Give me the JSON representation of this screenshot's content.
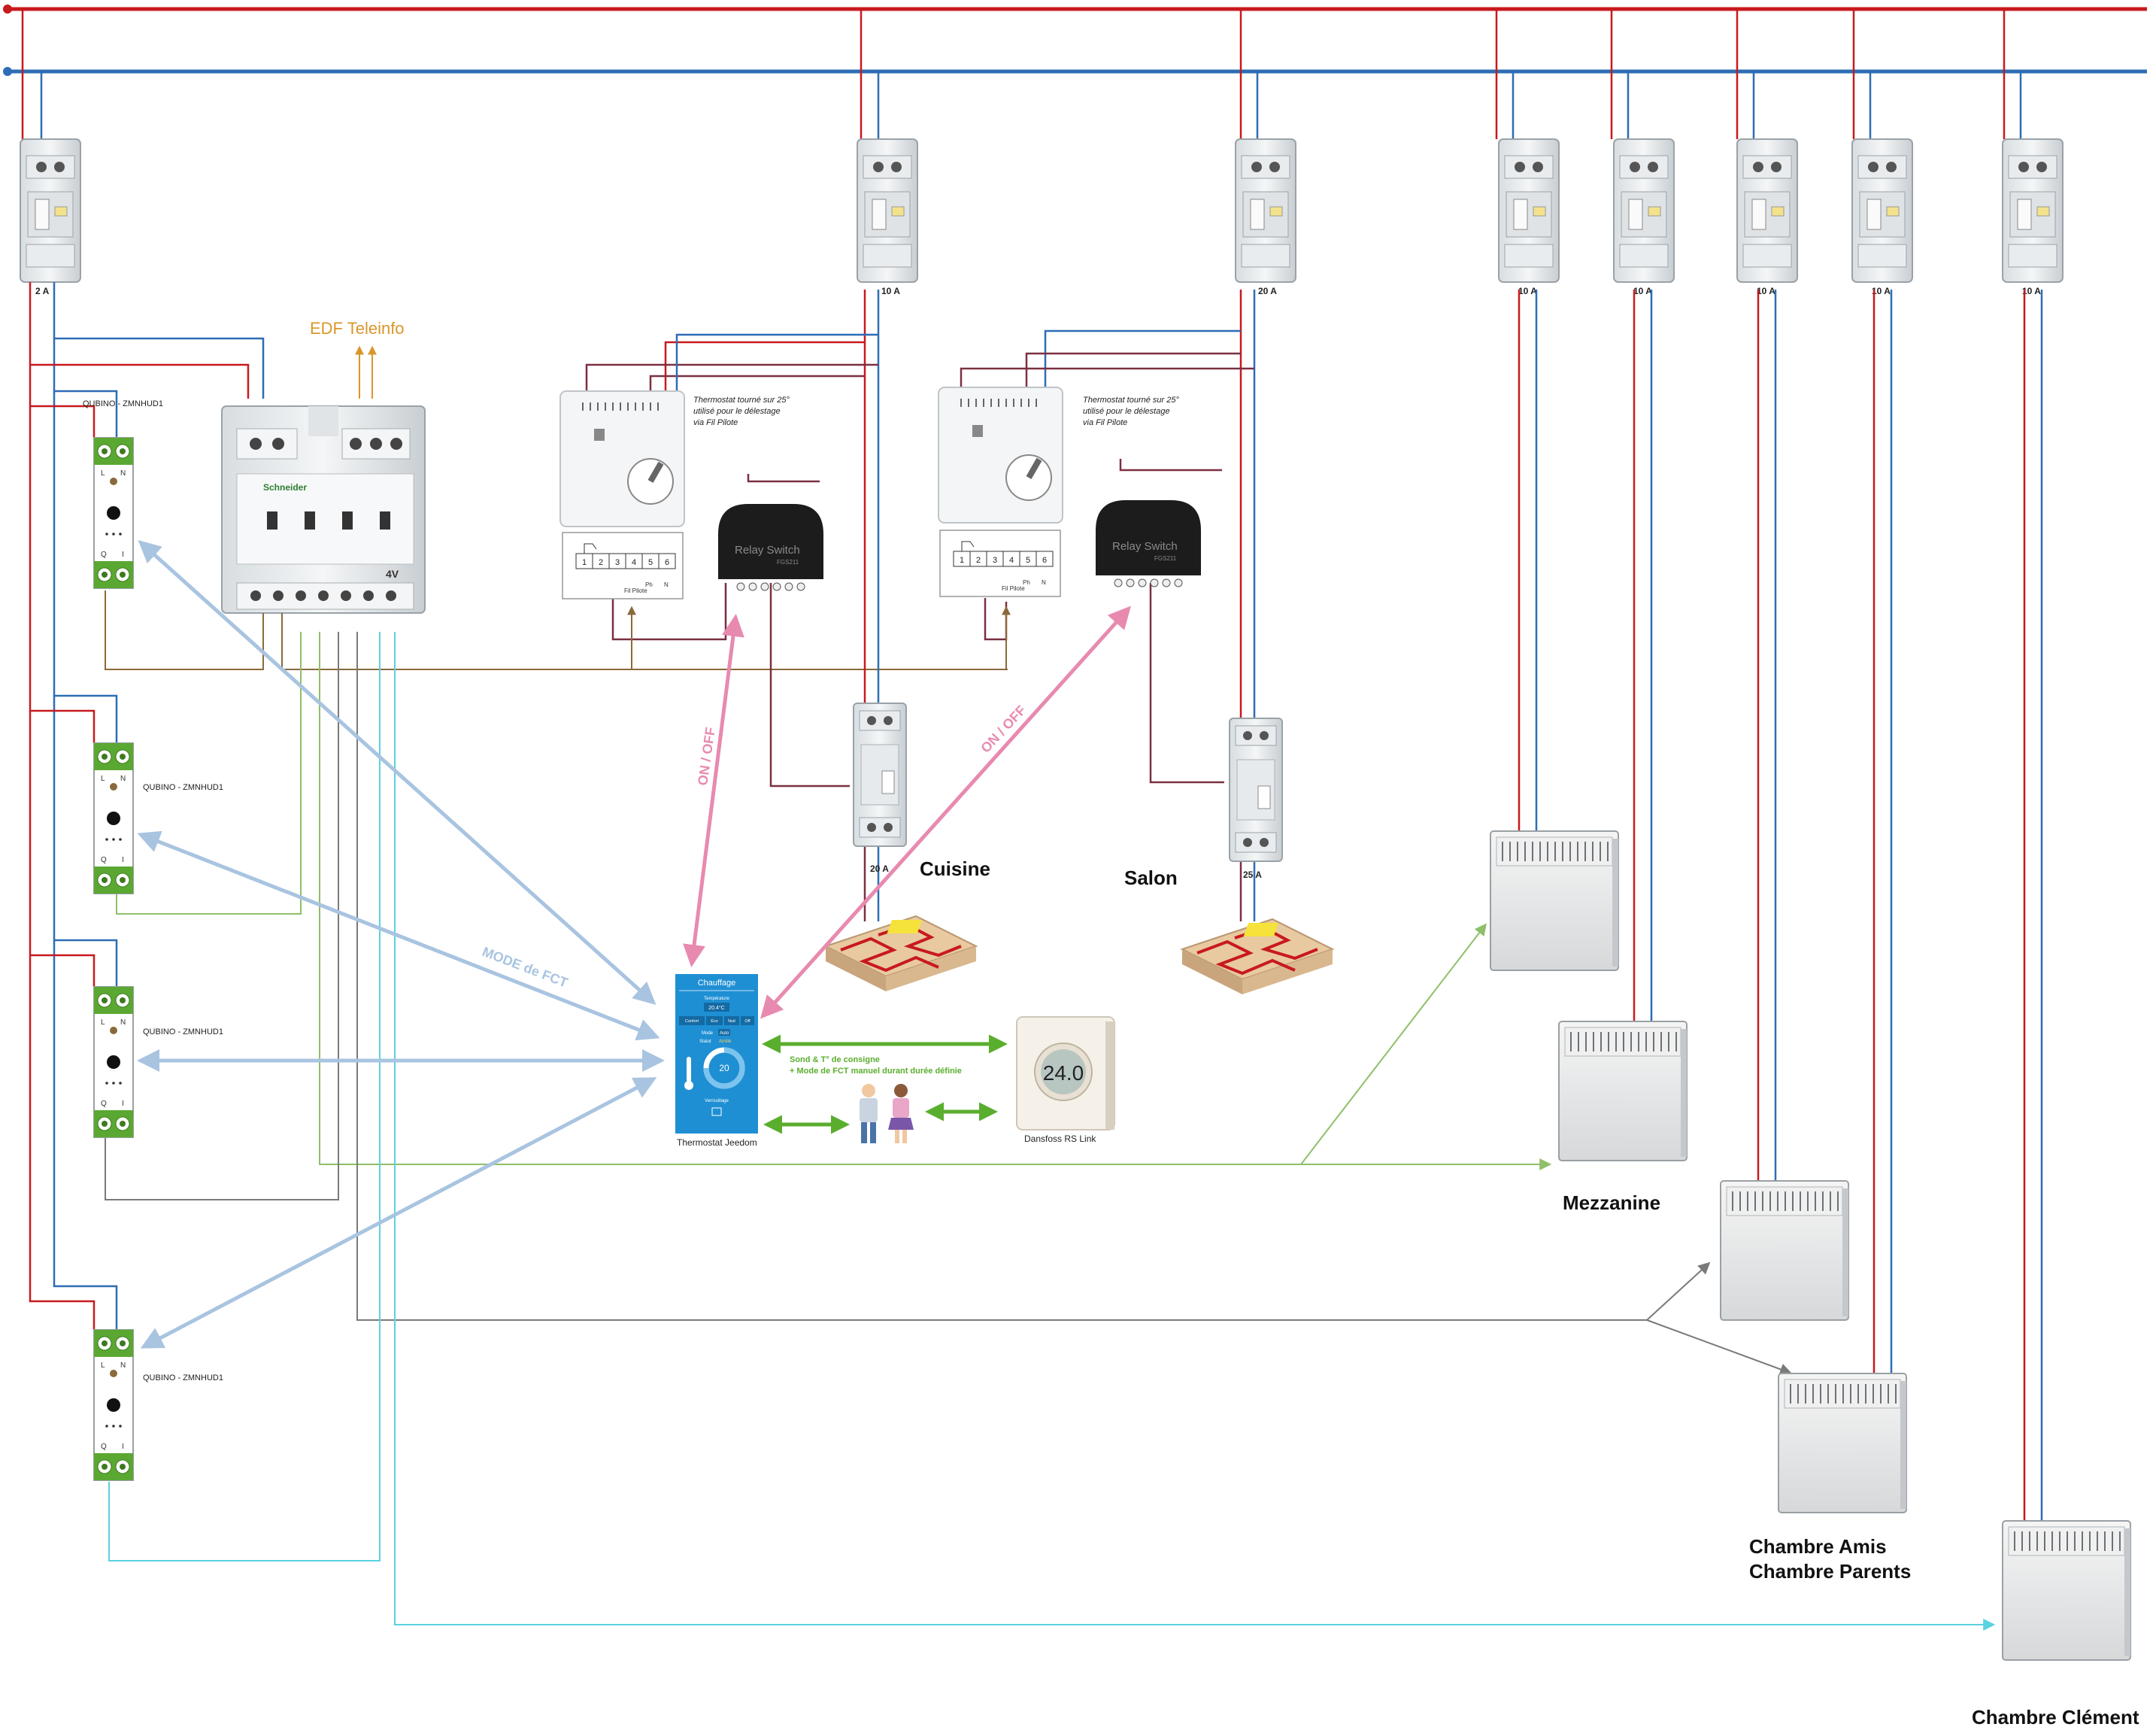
{
  "breakers": [
    {
      "rating": "2 A"
    },
    {
      "rating": "10 A"
    },
    {
      "rating": "20 A"
    },
    {
      "rating": "10 A"
    },
    {
      "rating": "10 A"
    },
    {
      "rating": "10 A"
    },
    {
      "rating": "10 A"
    },
    {
      "rating": "10 A"
    }
  ],
  "contactors": [
    {
      "rating": "20 A",
      "zone": "Cuisine"
    },
    {
      "rating": "25 A",
      "zone": "Salon"
    }
  ],
  "edf": {
    "label": "EDF Teleinfo"
  },
  "delesteur": {
    "brand": "Schneider",
    "module_label": "4V"
  },
  "qubino": {
    "label": "QUBINO - ZMNHUD1",
    "term_top": [
      "L",
      "N"
    ],
    "term_bottom": [
      "Q",
      "I"
    ]
  },
  "thermostat_note": {
    "line1": "Thermostat tourné sur 25°",
    "line2": "utilisé pour le délestage",
    "line3": "via Fil Pilote"
  },
  "thermostat_terminals": [
    "1",
    "2",
    "3",
    "4",
    "5",
    "6"
  ],
  "thermostat_sublabels": {
    "fp": "Fil Pilote",
    "ph": "Ph",
    "n": "N"
  },
  "relay_switch": {
    "title": "Relay Switch",
    "model": "FGS211"
  },
  "arrows": {
    "on_off": "ON / OFF",
    "mode": "MODE de FCT"
  },
  "jeedom": {
    "header": "Chauffage",
    "temp_label": "Température",
    "temp_value": "20.4°C",
    "modes": [
      "Confort",
      "Éco",
      "Nuit",
      "Off"
    ],
    "mode_label": "Mode",
    "mode_value": "Auto",
    "status_label": "Statut",
    "status_value": "Arrêté",
    "setpoint": "20",
    "lock_label": "Verrouillage",
    "caption": "Thermostat Jeedom"
  },
  "link": {
    "line1": "Sond & T° de consigne",
    "line2": "+ Mode de FCT manuel durant durée définie"
  },
  "danfoss": {
    "display": "24.0",
    "caption": "Dansfoss RS Link"
  },
  "zones": {
    "cuisine": "Cuisine",
    "salon": "Salon",
    "mezzanine": "Mezzanine",
    "chambre_amis": "Chambre Amis",
    "chambre_parents": "Chambre Parents",
    "chambre_clement": "Chambre Clément"
  },
  "colors": {
    "phase": "#c8191e",
    "neutral": "#2d6db5",
    "wire_dark": "#7a3040",
    "wire_brown": "#8a6a3a",
    "wire_green": "#8fbf6a",
    "wire_grey": "#7a7a7a",
    "wire_cyan": "#5ad2e0",
    "arrow_blue": "#a9c4e0",
    "arrow_pink": "#e88ab0",
    "arrow_green": "#5aae2e",
    "edf_orange": "#d9962a",
    "jeedom_blue": "#1f8fd4"
  }
}
